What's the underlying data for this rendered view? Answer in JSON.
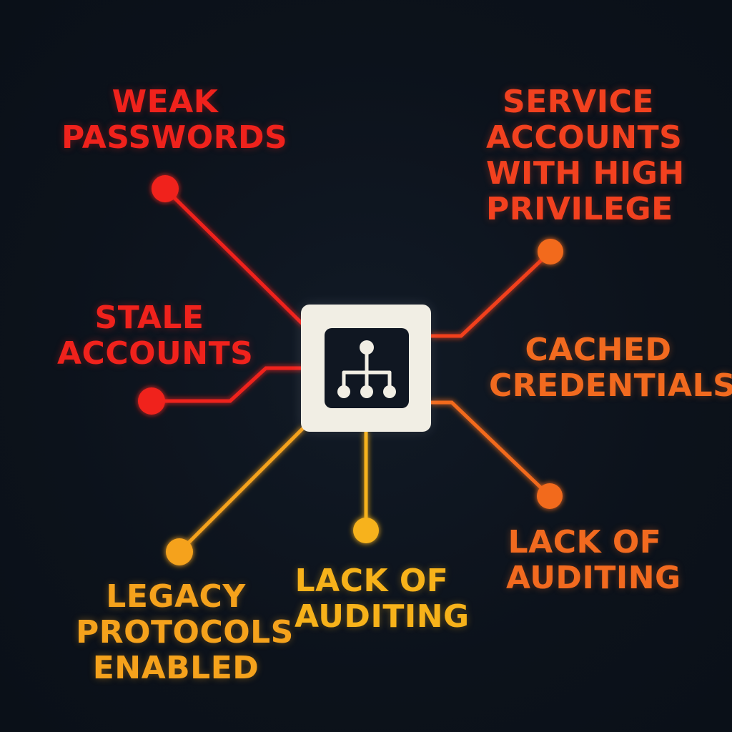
{
  "hub": {
    "icon": "org-hierarchy-icon"
  },
  "threats": [
    {
      "id": "weak-passwords",
      "lines": [
        "WEAK",
        "PASSWORDS"
      ],
      "color": "#f0221c"
    },
    {
      "id": "stale-accounts",
      "lines": [
        "STALE",
        "ACCOUNTS"
      ],
      "color": "#f0221c"
    },
    {
      "id": "service-accounts",
      "lines": [
        "SERVICE",
        "ACCOUNTS",
        "WITH HIGH",
        "PRIVILEGE"
      ],
      "color": "#f2411f"
    },
    {
      "id": "cached-credentials",
      "lines": [
        "CACHED",
        "CREDENTIALS"
      ],
      "color": "#f26a1f"
    },
    {
      "id": "lack-of-auditing-right",
      "lines": [
        "LACK OF",
        "AUDITING"
      ],
      "color": "#f26a1f"
    },
    {
      "id": "lack-of-auditing-center",
      "lines": [
        "LACK OF",
        "AUDITING"
      ],
      "color": "#f7b21a"
    },
    {
      "id": "legacy-protocols",
      "lines": [
        "LEGACY",
        "PROTOCOLS",
        "ENABLED"
      ],
      "color": "#f5a21c"
    }
  ]
}
